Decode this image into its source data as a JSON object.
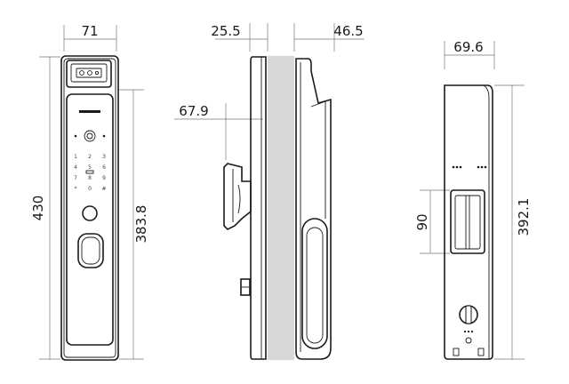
{
  "dimensions": {
    "front_width": "71",
    "front_height": "430",
    "front_panel_height": "383.8",
    "side_left_depth": "25.5",
    "side_right_depth": "46.5",
    "side_handle_height": "67.9",
    "back_width": "69.6",
    "back_height": "392.1",
    "back_mortise_height": "90"
  },
  "keypad": [
    "1",
    "2",
    "3",
    "4",
    "5",
    "6",
    "7",
    "8",
    "9",
    "*",
    "0",
    "#"
  ],
  "colors": {
    "line": "#1a1a1a",
    "door_section": "#d8d8d8",
    "background": "#ffffff"
  }
}
